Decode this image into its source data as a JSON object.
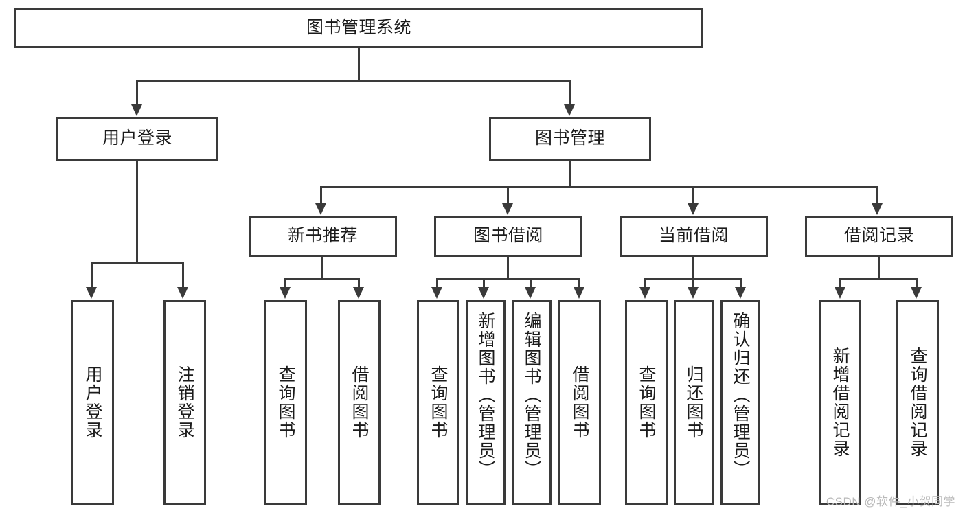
{
  "diagram": {
    "title": "图书管理系统",
    "root": {
      "label": "图书管理系统"
    },
    "level2": [
      {
        "label": "用户登录"
      },
      {
        "label": "图书管理"
      }
    ],
    "level3": [
      {
        "label": "新书推荐"
      },
      {
        "label": "图书借阅"
      },
      {
        "label": "当前借阅"
      },
      {
        "label": "借阅记录"
      }
    ],
    "leaves": {
      "user_login": [
        {
          "label": "用户登录"
        },
        {
          "label": "注销登录"
        }
      ],
      "new_book_recommend": [
        {
          "label": "查询图书"
        },
        {
          "label": "借阅图书"
        }
      ],
      "book_borrow": [
        {
          "label": "查询图书"
        },
        {
          "label": "新增图书（管理员）"
        },
        {
          "label": "编辑图书（管理员）"
        },
        {
          "label": "借阅图书"
        }
      ],
      "current_borrow": [
        {
          "label": "查询图书"
        },
        {
          "label": "归还图书"
        },
        {
          "label": "确认归还（管理员）"
        }
      ],
      "borrow_record": [
        {
          "label": "新增借阅记录"
        },
        {
          "label": "查询借阅记录"
        }
      ]
    },
    "watermark": "CSDN @软件_小贺同学",
    "colors": {
      "stroke": "#3a3a3a",
      "text": "#1b1b1b",
      "background": "#ffffff",
      "watermark": "#b9b9b9"
    }
  }
}
